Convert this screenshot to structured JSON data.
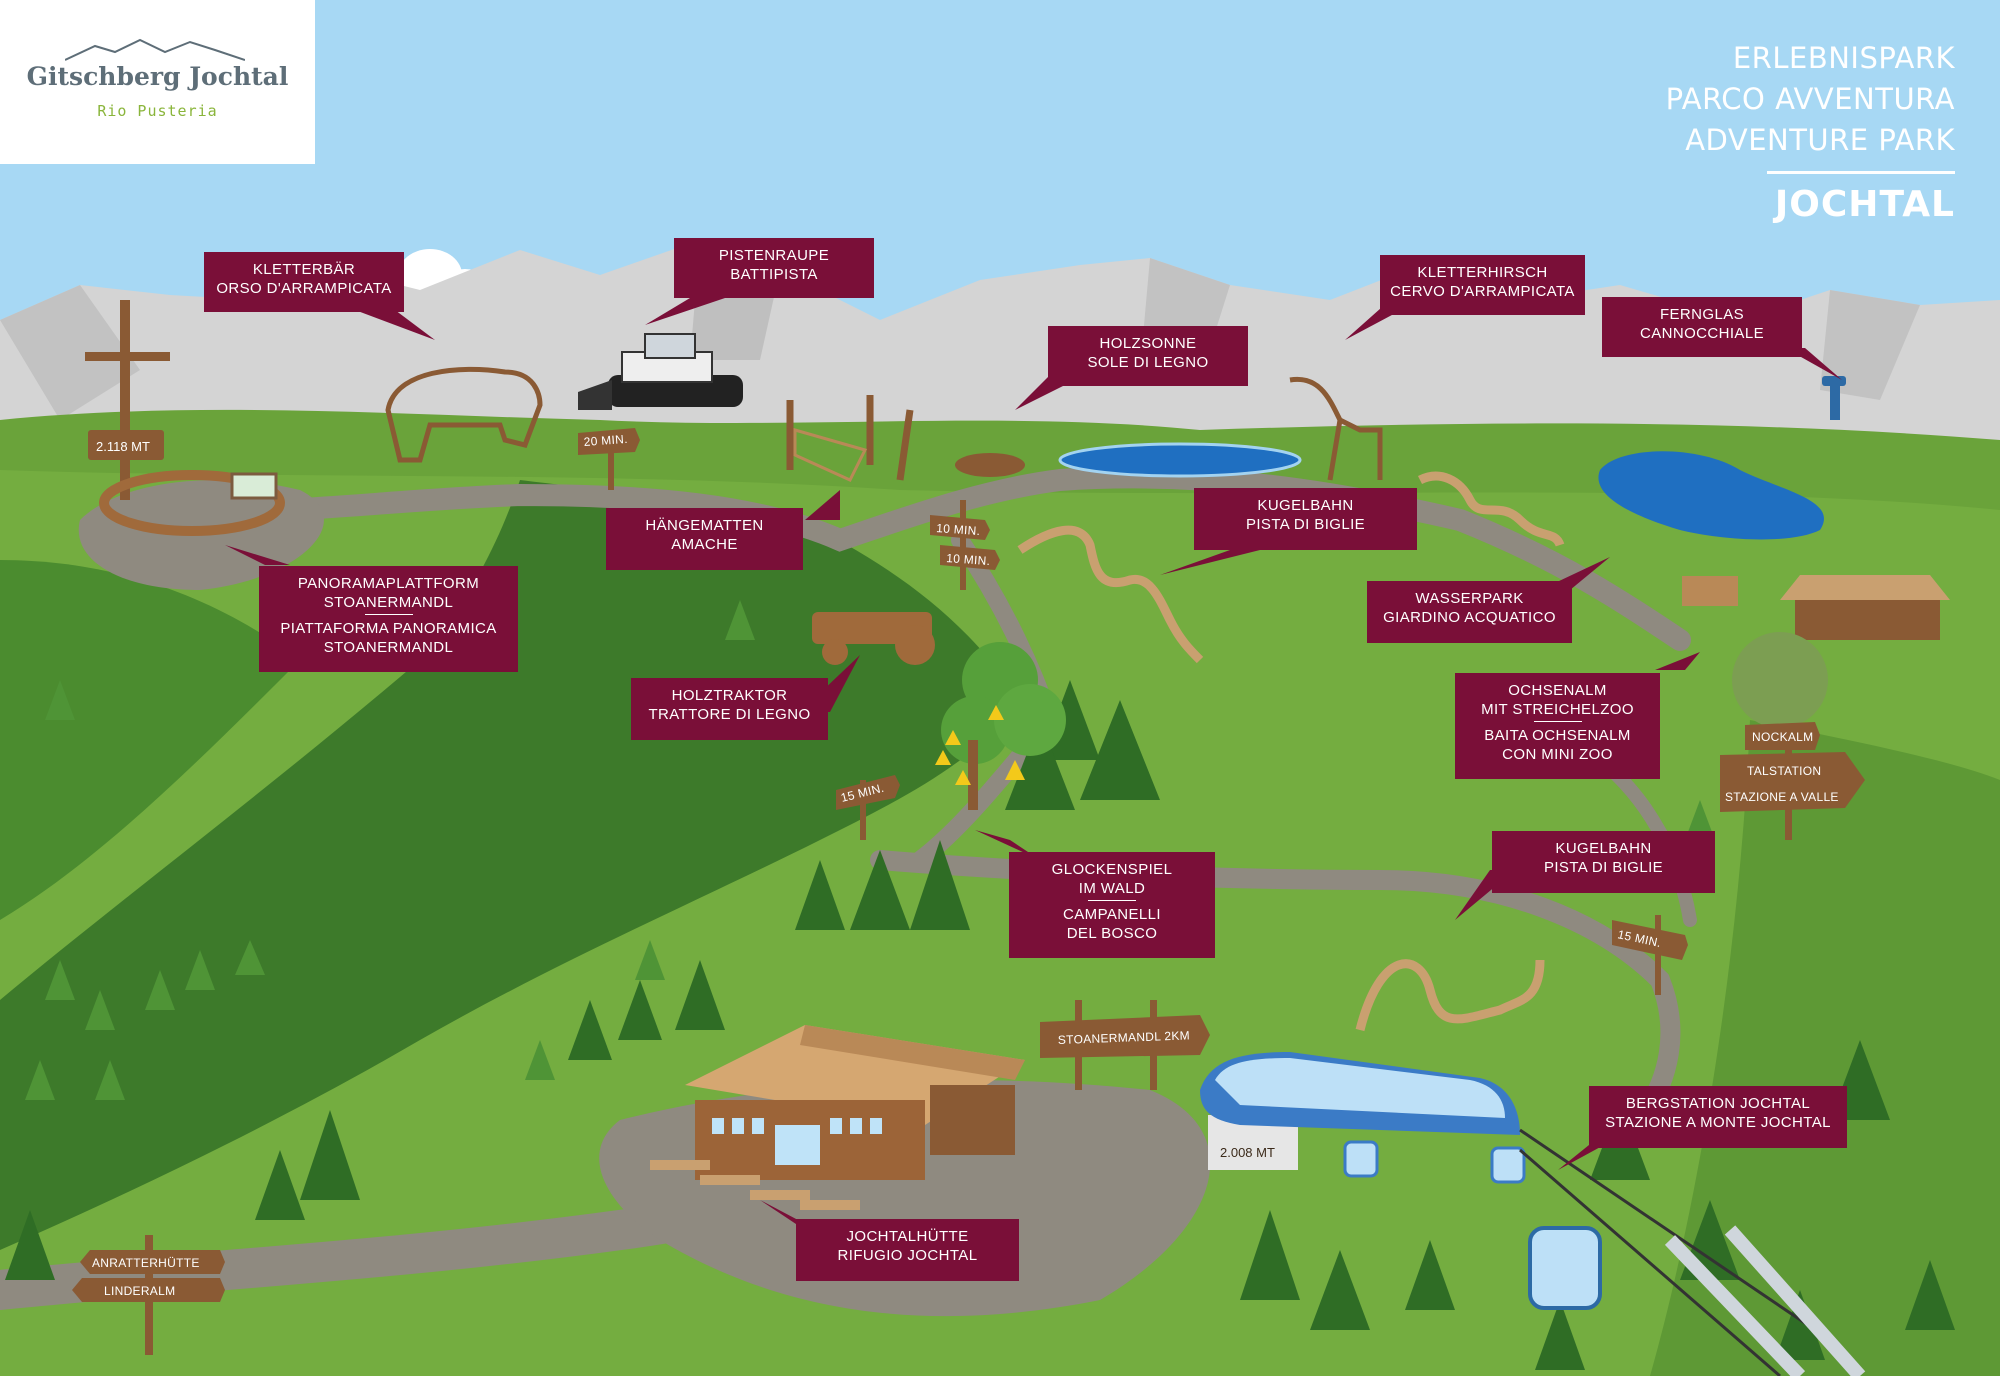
{
  "logo": {
    "name": "Gitschberg Jochtal",
    "sub": "Rio Pusteria"
  },
  "park_title": {
    "lines": [
      "ERLEBNISPARK",
      "PARCO AVVENTURA",
      "ADVENTURE PARK"
    ],
    "name": "JOCHTAL"
  },
  "labels": {
    "kletterbaer": [
      "KLETTERBÄR",
      "ORSO D'ARRAMPICATA"
    ],
    "pistenraupe": [
      "PISTENRAUPE",
      "BATTIPISTA"
    ],
    "kletterhirsch": [
      "KLETTERHIRSCH",
      "CERVO D'ARRAMPICATA"
    ],
    "fernglas": [
      "FERNGLAS",
      "CANNOCCHIALE"
    ],
    "holzsonne": [
      "HOLZSONNE",
      "SOLE DI LEGNO"
    ],
    "haengematten": [
      "HÄNGEMATTEN",
      "AMACHE"
    ],
    "kugelbahn1": [
      "KUGELBAHN",
      "PISTA DI BIGLIE"
    ],
    "panorama": [
      "PANORAMAPLATTFORM",
      "STOANERMANDL",
      "PIATTAFORMA PANORAMICA",
      "STOANERMANDL"
    ],
    "wasserpark": [
      "WASSERPARK",
      "GIARDINO ACQUATICO"
    ],
    "holztraktor": [
      "HOLZTRAKTOR",
      "TRATTORE DI LEGNO"
    ],
    "ochsenalm": [
      "OCHSENALM",
      "MIT STREICHELZOO",
      "BAITA OCHSENALM",
      "CON MINI ZOO"
    ],
    "kugelbahn2": [
      "KUGELBAHN",
      "PISTA DI BIGLIE"
    ],
    "glockenspiel": [
      "GLOCKENSPIEL",
      "IM WALD",
      "CAMPANELLI",
      "DEL BOSCO"
    ],
    "bergstation": [
      "BERGSTATION JOCHTAL",
      "STAZIONE A MONTE JOCHTAL"
    ],
    "jochtalhuette": [
      "JOCHTALHÜTTE",
      "RIFUGIO JOCHTAL"
    ]
  },
  "signs": {
    "altitude_cross": "2.118 MT",
    "min20": "20 MIN.",
    "min10a": "10 MIN.",
    "min10b": "10 MIN.",
    "min15a": "15 MIN.",
    "min15b": "15 MIN.",
    "nockalm": "NOCKALM",
    "talstation": [
      "TALSTATION",
      "STAZIONE A VALLE"
    ],
    "stoanermandl": "STOANERMANDL 2KM",
    "altitude_station": "2.008 MT",
    "anratterhuette": "ANRATTERHÜTTE",
    "linderalm": "LINDERALM"
  },
  "colors": {
    "label_bg": "#7a0f38",
    "sky": "#a7d8f4",
    "meadow": "#6aa33a",
    "forest": "#3d7a2a",
    "path": "#8f8a80",
    "wood": "#8a5a34"
  }
}
